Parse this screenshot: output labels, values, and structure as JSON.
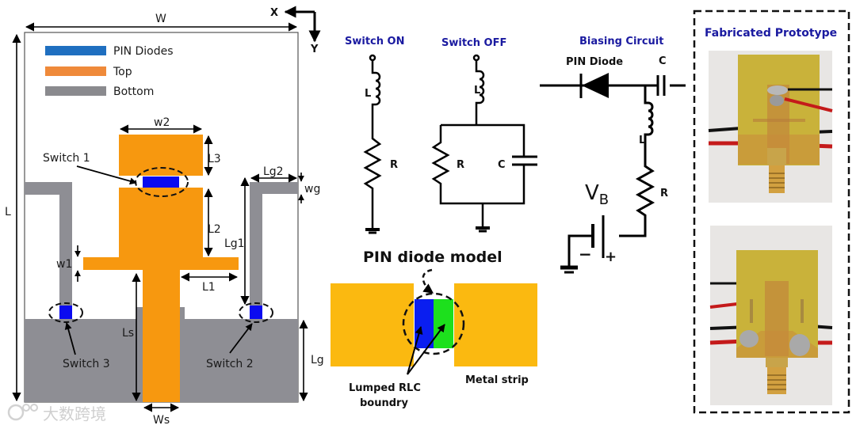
{
  "antenna_layout": {
    "axes": {
      "x": "X",
      "y": "Y"
    },
    "legend": [
      {
        "label": "PIN Diodes",
        "color": "#1f6fc0"
      },
      {
        "label": "Top",
        "color": "#ef8a3a"
      },
      {
        "label": "Bottom",
        "color": "#8a8a8e"
      }
    ],
    "dimensions": {
      "W": "W",
      "L": "L",
      "w2": "w2",
      "L3": "L3",
      "L2": "L2",
      "Lg1": "Lg1",
      "Lg2": "Lg2",
      "wg": "wg",
      "w1": "w1",
      "L1": "L1",
      "Ls": "Ls",
      "Lg": "Lg",
      "Ws": "Ws"
    },
    "switches": {
      "s1": "Switch 1",
      "s2": "Switch 2",
      "s3": "Switch 3"
    },
    "colors": {
      "top": "#f7980f",
      "bottom": "#8e8e94",
      "diode": "#0a0af0"
    }
  },
  "circuits": {
    "switch_on": {
      "title": "Switch ON",
      "L": "L",
      "R": "R"
    },
    "switch_off": {
      "title": "Switch OFF",
      "L": "L",
      "R": "R",
      "C": "C"
    },
    "biasing": {
      "title": "Biasing Circuit",
      "diode": "PIN Diode",
      "C": "C",
      "L": "L",
      "R": "R",
      "VB_main": "V",
      "VB_sub": "B",
      "minus": "−",
      "plus": "+"
    }
  },
  "diode_model": {
    "title": "PIN diode model",
    "lumped_line1": "Lumped RLC",
    "lumped_line2": "boundry",
    "metal": "Metal strip",
    "colors": {
      "metal": "#fbb910",
      "blue": "#0a1ef0",
      "green": "#1de01d"
    }
  },
  "prototype": {
    "title": "Fabricated Prototype"
  },
  "watermark": "大数跨境"
}
